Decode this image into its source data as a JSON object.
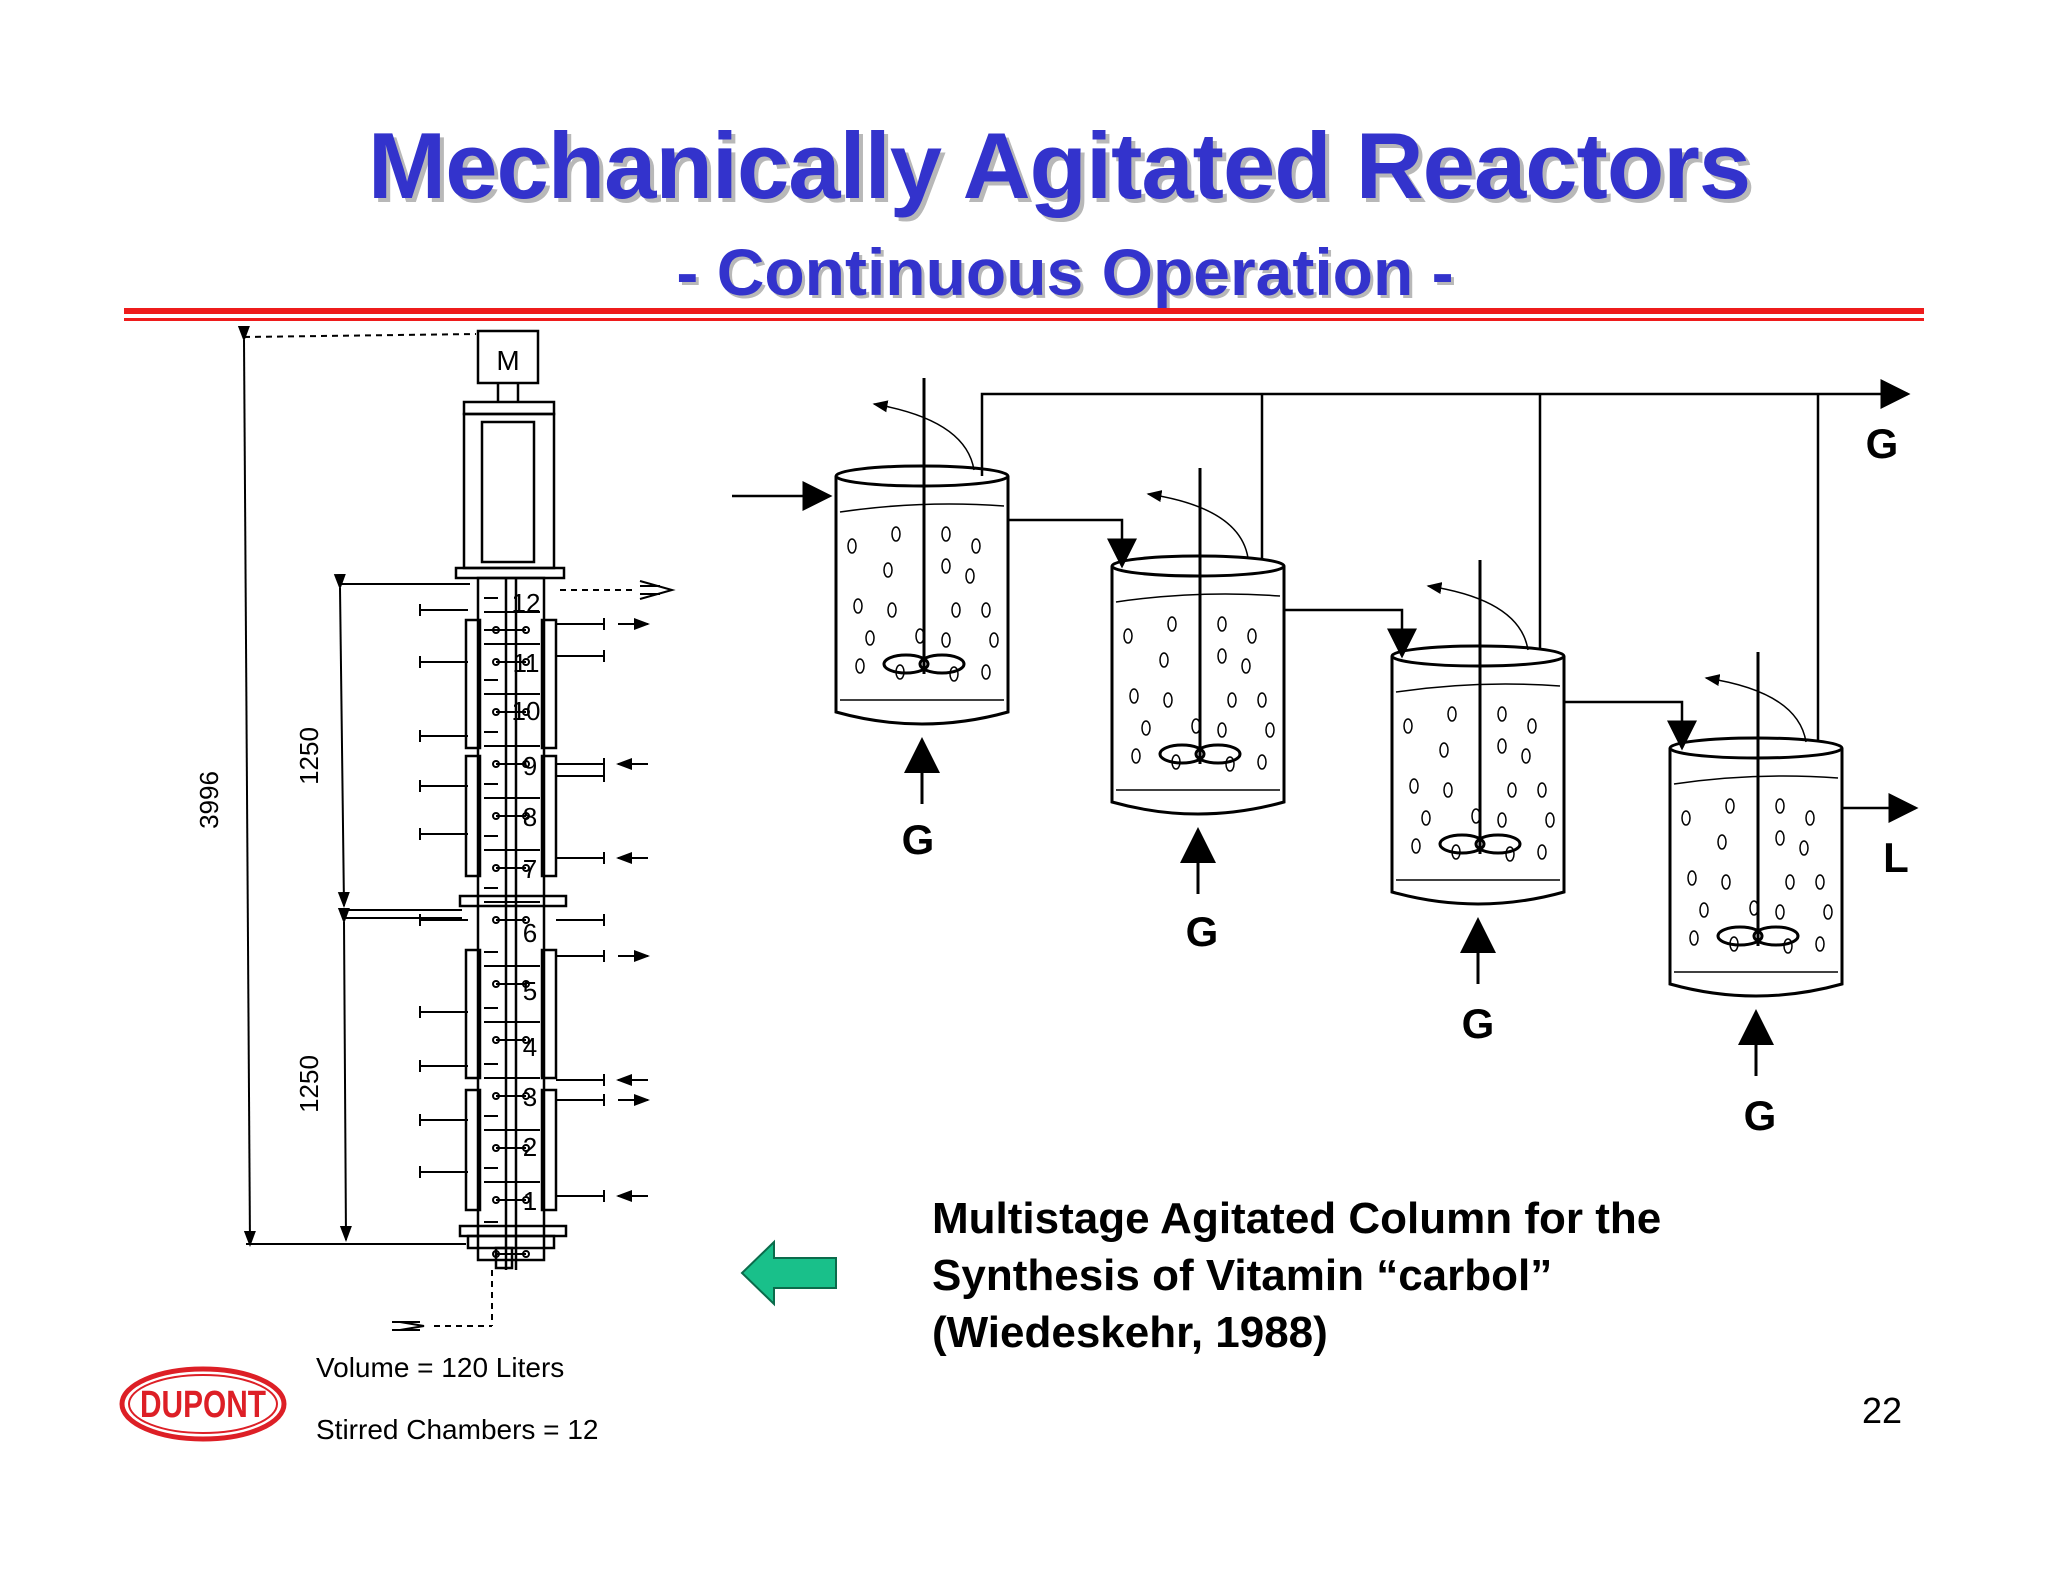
{
  "slide": {
    "title": "Mechanically Agitated Reactors",
    "subtitle": "- Continuous Operation -",
    "page_number": "22"
  },
  "column_diagram": {
    "motor_label": "M",
    "total_height": "3996",
    "section_height_upper": "1250",
    "section_height_lower": "1250",
    "chamber_numbers": [
      "12",
      "11",
      "10",
      "9",
      "8",
      "7",
      "6",
      "5",
      "4",
      "3",
      "2",
      "1"
    ],
    "volume_text": "Volume = 120 Liters",
    "chambers_text": "Stirred Chambers = 12"
  },
  "cascade_diagram": {
    "gas_inlet_labels": [
      "G",
      "G",
      "G",
      "G"
    ],
    "gas_outlet_label": "G",
    "liquid_outlet_label": "L"
  },
  "caption": {
    "line1": "Multistage Agitated Column for the",
    "line2": "Synthesis of Vitamin “carbol”",
    "line3": "(Wiedeskehr, 1988)"
  },
  "logo": {
    "text": "DUPONT",
    "color": "#dd1f26"
  },
  "colors": {
    "title_blue": "#3333cc",
    "rule_red": "#ee1c1c",
    "arrow_green": "#19c08a"
  }
}
